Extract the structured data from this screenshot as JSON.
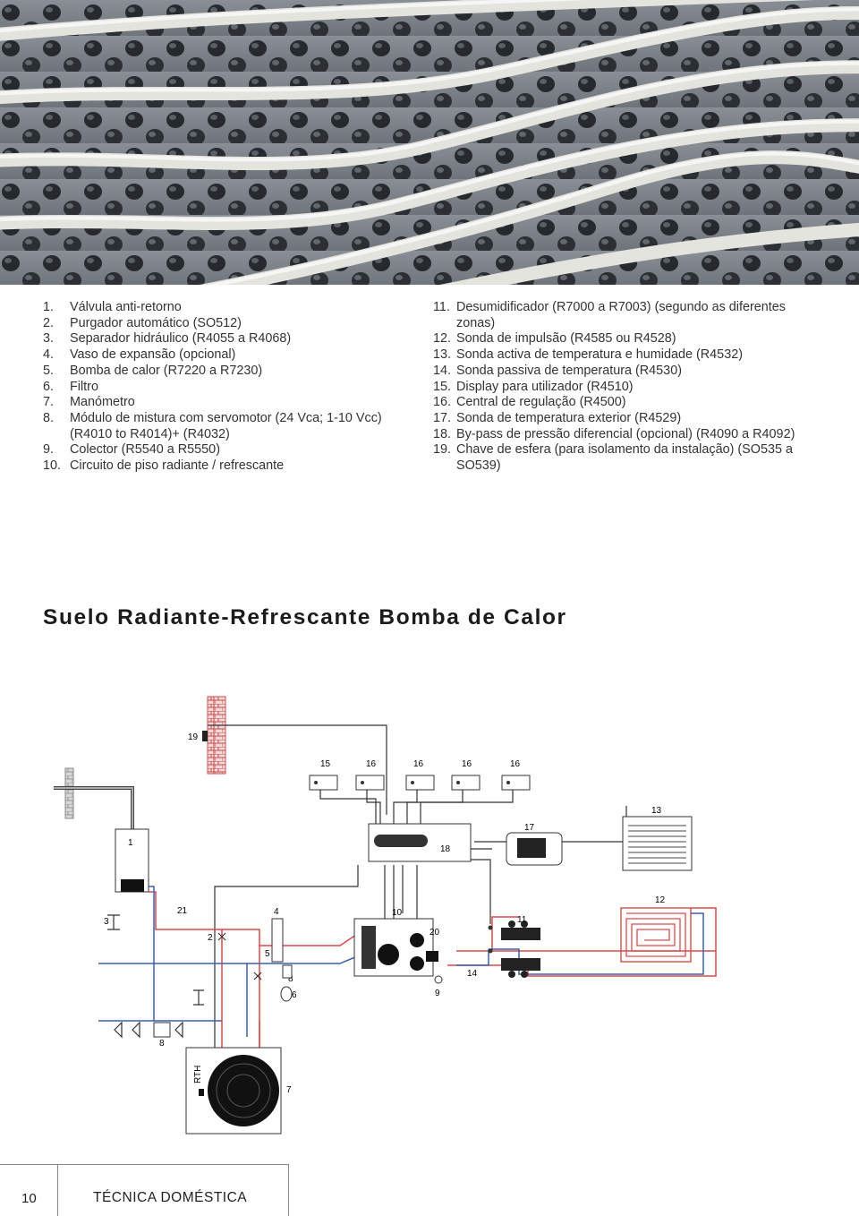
{
  "legend_left": [
    {
      "num": "1.",
      "text": "Válvula anti-retorno"
    },
    {
      "num": "2.",
      "text": "Purgador automático (SO512)"
    },
    {
      "num": "3.",
      "text": "Separador hidráulico (R4055 a R4068)"
    },
    {
      "num": "4.",
      "text": "Vaso de expansão (opcional)"
    },
    {
      "num": "5.",
      "text": "Bomba de calor (R7220 a R7230)"
    },
    {
      "num": "6.",
      "text": "Filtro"
    },
    {
      "num": "7.",
      "text": "Manómetro"
    },
    {
      "num": "8.",
      "text": "Módulo de mistura com servomotor (24 Vca; 1-10 Vcc) (R4010 to R4014)+ (R4032)"
    },
    {
      "num": "9.",
      "text": "Colector (R5540 a R5550)"
    },
    {
      "num": "10.",
      "text": "Circuito de piso radiante / refrescante"
    }
  ],
  "legend_right": [
    {
      "num": "11.",
      "text": "Desumidificador (R7000 a R7003) (segundo as diferentes zonas)"
    },
    {
      "num": "12.",
      "text": "Sonda de impulsão (R4585 ou R4528)"
    },
    {
      "num": "13.",
      "text": "Sonda activa de temperatura e humidade (R4532)"
    },
    {
      "num": "14.",
      "text": "Sonda passiva de temperatura (R4530)"
    },
    {
      "num": "15.",
      "text": "Display para utilizador (R4510)"
    },
    {
      "num": "16.",
      "text": "Central de regulação (R4500)"
    },
    {
      "num": "17.",
      "text": "Sonda de temperatura exterior (R4529)"
    },
    {
      "num": "18.",
      "text": "By-pass de pressão diferencial (opcional) (R4090 a R4092)"
    },
    {
      "num": "19.",
      "text": "Chave de esfera (para isolamento da instalação) (SO535 a SO539)"
    }
  ],
  "section_title": "Suelo Radiante-Refrescante Bomba de Calor",
  "diagram": {
    "labels": {
      "l19": "19",
      "l15": "15",
      "l16a": "16",
      "l16b": "16",
      "l16c": "16",
      "l16d": "16",
      "l13": "13",
      "l17": "17",
      "l1": "1",
      "l18": "18",
      "l12": "12",
      "l3": "3",
      "l21": "21",
      "l4": "4",
      "l10": "10",
      "l20": "20",
      "l11": "11",
      "l2": "2",
      "l5": "5",
      "l8a": "8",
      "l14": "14",
      "l6": "6",
      "l9": "9",
      "l8b": "8",
      "l7": "7",
      "rth": "RTH"
    },
    "colors": {
      "supply": "#d94a4a",
      "return": "#3d5fb0",
      "wire": "#333333"
    }
  },
  "footer": {
    "page_number": "10",
    "section": "TÉCNICA DOMÉSTICA"
  }
}
